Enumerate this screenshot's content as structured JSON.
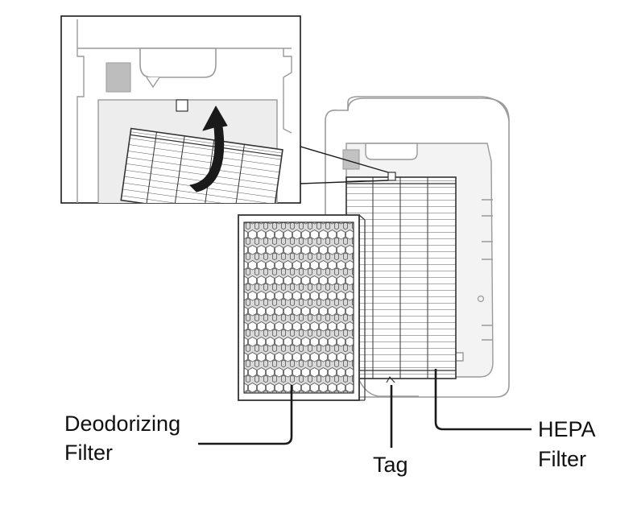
{
  "labels": {
    "deodorizing_line1": "Deodorizing",
    "deodorizing_line2": "Filter",
    "tag": "Tag",
    "hepa_line1": "HEPA",
    "hepa_line2": "Filter"
  },
  "icons": {
    "lift_arrow": "curved-up-arrow-icon"
  },
  "colors": {
    "line": "#1a1a1a",
    "housing_stroke": "#9a9a9a",
    "panel_fill": "#ededed",
    "deodorizer_fill": "#d9d9d9",
    "tab_fill": "#bdbdbd"
  }
}
